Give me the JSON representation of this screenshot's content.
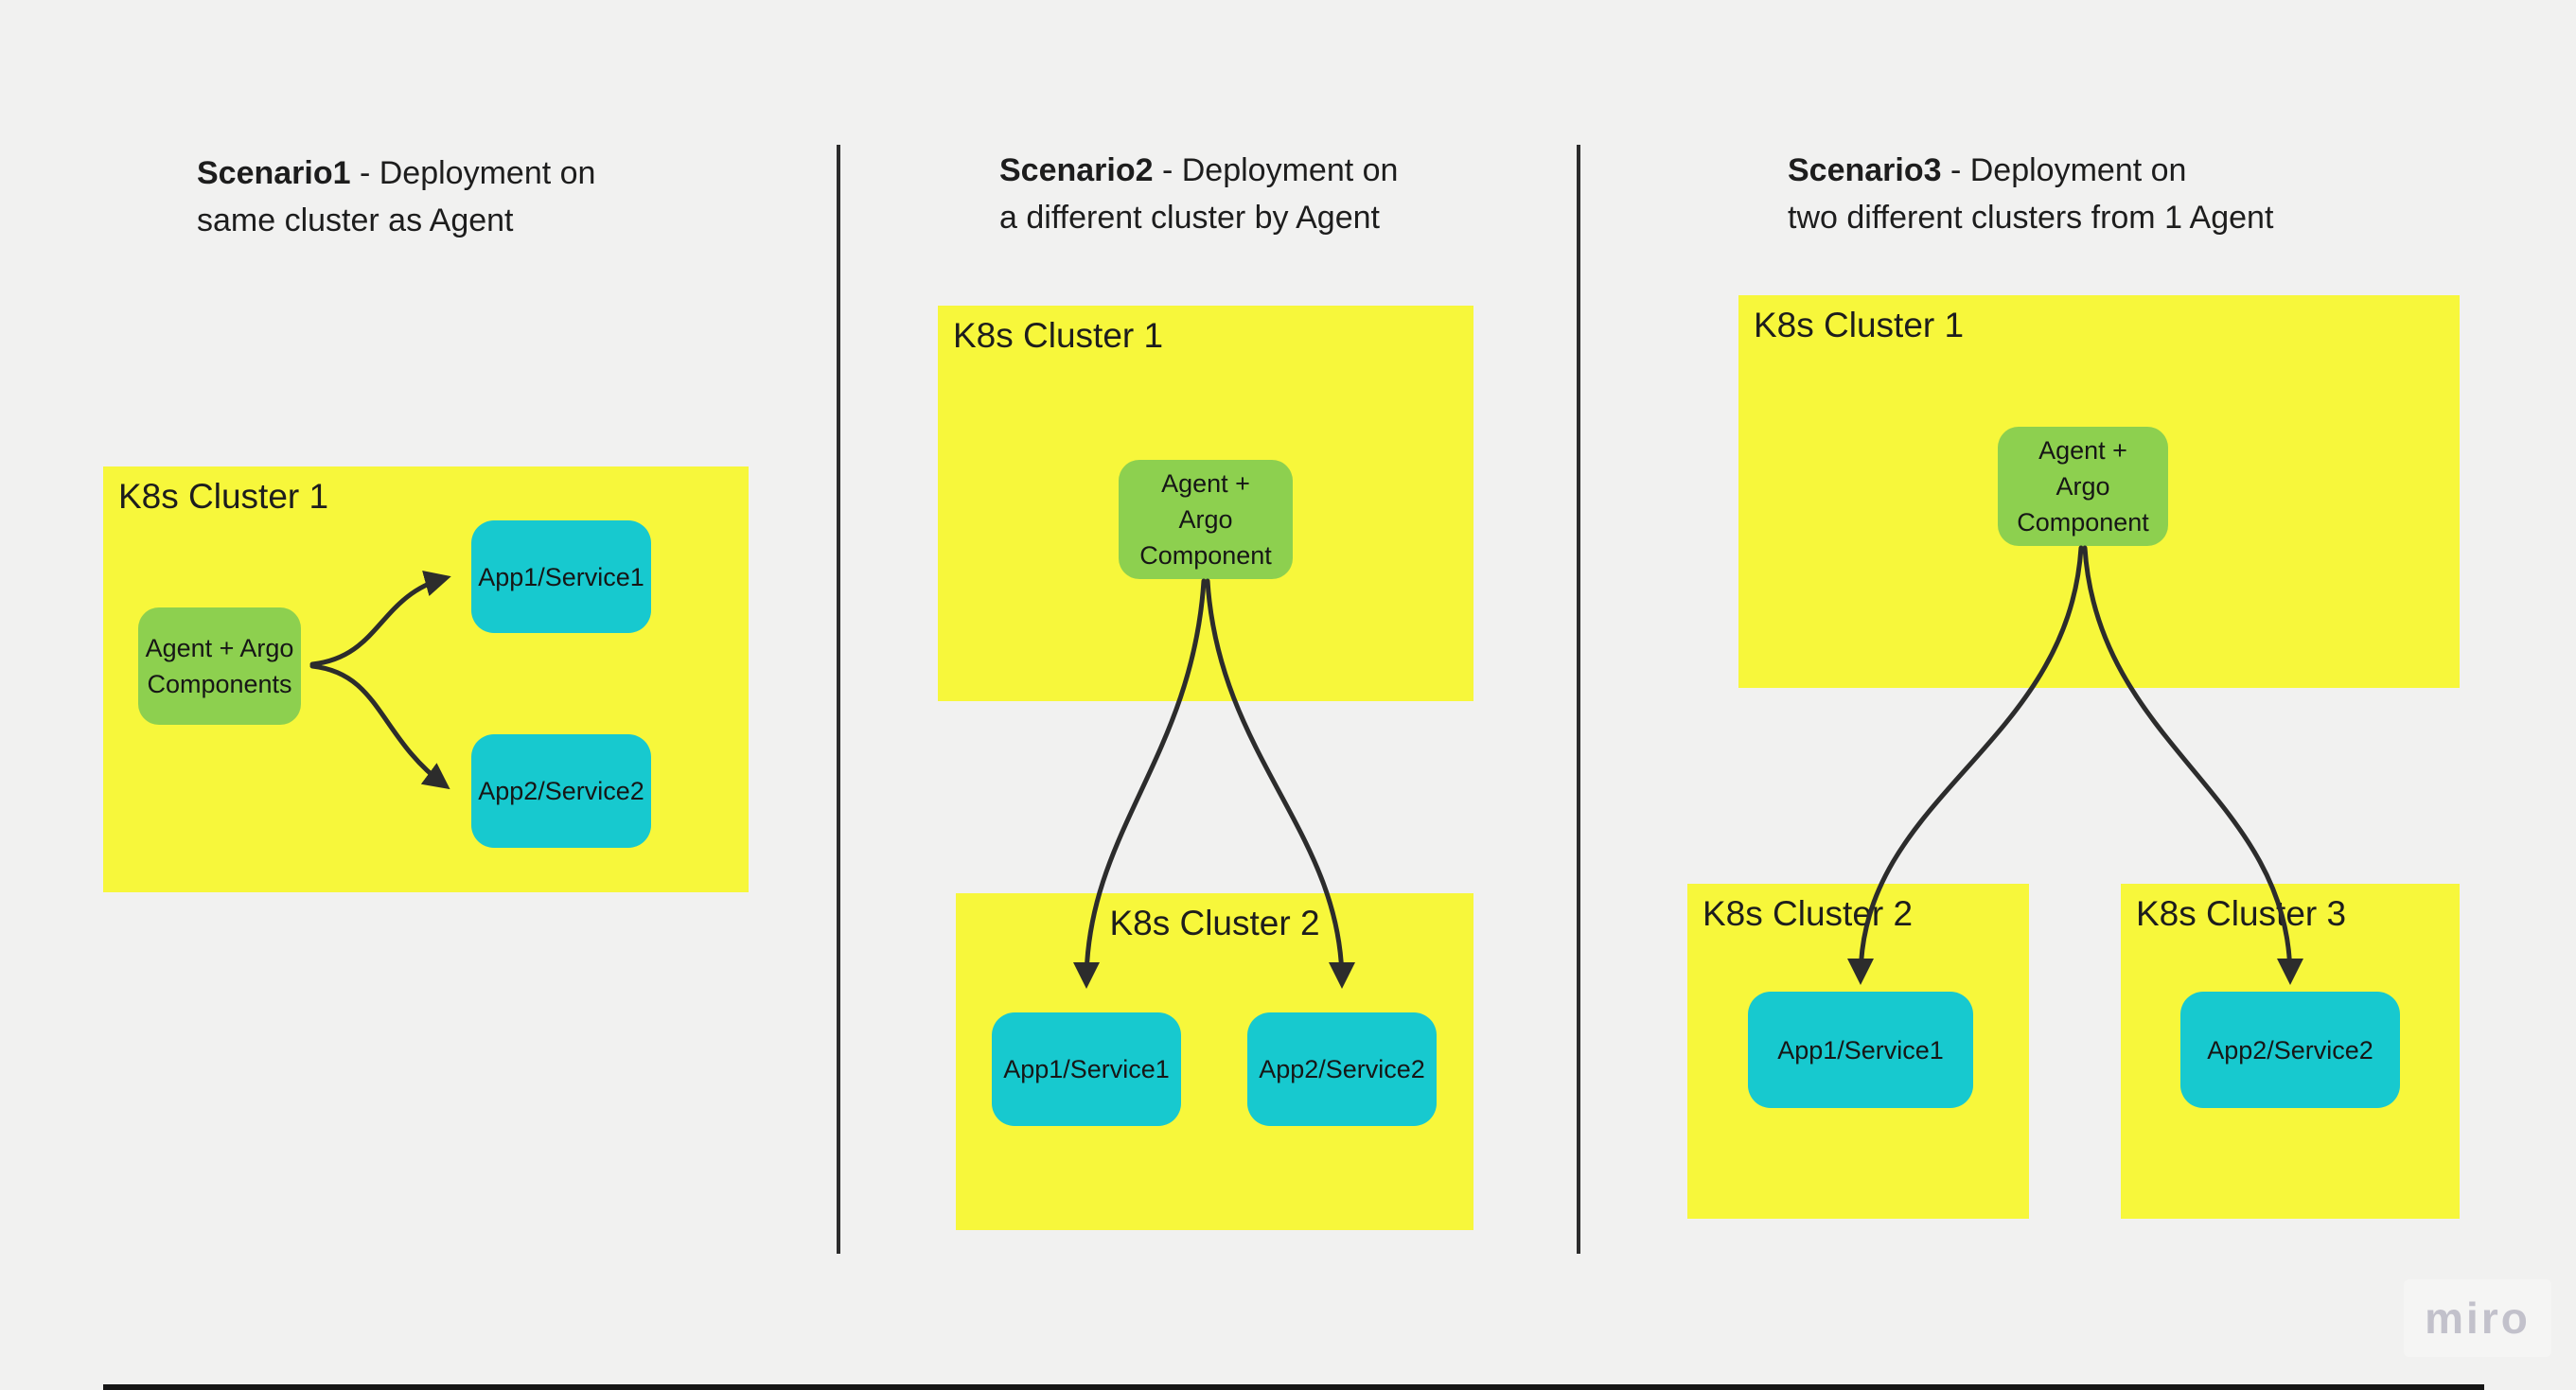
{
  "colors": {
    "yellow": "#F7F73B",
    "green": "#8DD04F",
    "cyan": "#17C9CF",
    "line": "#2C2C2C",
    "text": "#1D1D1D",
    "bg": "#F1F1F0",
    "watermark": "#C2C1CB",
    "watermarkbg": "#F5F5F4",
    "cropbar": "#151515"
  },
  "watermark": {
    "label": "miro"
  },
  "scenarios": [
    {
      "title": {
        "bold": "Scenario1",
        "line1_rest": " - Deployment on",
        "line2": "same cluster as Agent"
      },
      "cluster1_label": "K8s Cluster 1",
      "agent_box": {
        "line1": "Agent + Argo",
        "line2": "Components"
      },
      "app1_label": "App1/Service1",
      "app2_label": "App2/Service2"
    },
    {
      "title": {
        "bold": "Scenario2",
        "line1_rest": " - Deployment on",
        "line2": "a different cluster by Agent"
      },
      "cluster1_label": "K8s Cluster 1",
      "cluster2_label": "K8s Cluster 2",
      "agent_box": {
        "line1": "Agent +",
        "line2": "Argo",
        "line3": "Component"
      },
      "app1_label": "App1/Service1",
      "app2_label": "App2/Service2"
    },
    {
      "title": {
        "bold": "Scenario3",
        "line1_rest": " - Deployment on",
        "line2": "two different clusters from 1 Agent"
      },
      "cluster1_label": "K8s Cluster 1",
      "cluster2_label": "K8s Cluster 2",
      "cluster3_label": "K8s Cluster 3",
      "agent_box": {
        "line1": "Agent +",
        "line2": "Argo",
        "line3": "Component"
      },
      "app1_label": "App1/Service1",
      "app2_label": "App2/Service2"
    }
  ]
}
